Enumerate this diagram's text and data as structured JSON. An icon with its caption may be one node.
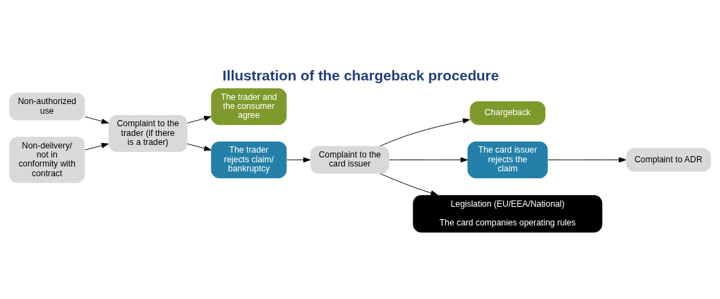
{
  "diagram": {
    "title": "Illustration of the chargeback procedure",
    "nodes": [
      {
        "text": [
          "Non-authorized use"
        ]
      },
      {
        "text": [
          "Non-delivery/ not in conformity with contract"
        ]
      },
      {
        "text": [
          "Complaint to the trader (if there is a trader)"
        ]
      },
      {
        "text": [
          "The trader and the consumer agree"
        ]
      },
      {
        "text": [
          "The trader rejects claim/ bankruptcy"
        ]
      },
      {
        "text": [
          "Complaint to the card issuer"
        ]
      },
      {
        "text": [
          "Chargeback"
        ]
      },
      {
        "text": [
          "The card issuer rejects the claim"
        ]
      },
      {
        "text": [
          "Complaint to ADR"
        ]
      },
      {
        "text": [
          "Legislation (EU/EEA/National)",
          "The card companies operating rules"
        ]
      }
    ],
    "edges": [
      {
        "from": 0,
        "to": 2,
        "arrow": "to"
      },
      {
        "from": 1,
        "to": 2,
        "arrow": "to"
      },
      {
        "from": 2,
        "to": 3,
        "arrow": "to"
      },
      {
        "from": 2,
        "to": 4,
        "arrow": "to"
      },
      {
        "from": 4,
        "to": 5,
        "arrow": "to"
      },
      {
        "from": 5,
        "to": 6,
        "arrow": "to"
      },
      {
        "from": 5,
        "to": 7,
        "arrow": "to"
      },
      {
        "from": 7,
        "to": 8,
        "arrow": "to"
      },
      {
        "from": 5,
        "to": 9,
        "arrow": "to"
      }
    ]
  }
}
